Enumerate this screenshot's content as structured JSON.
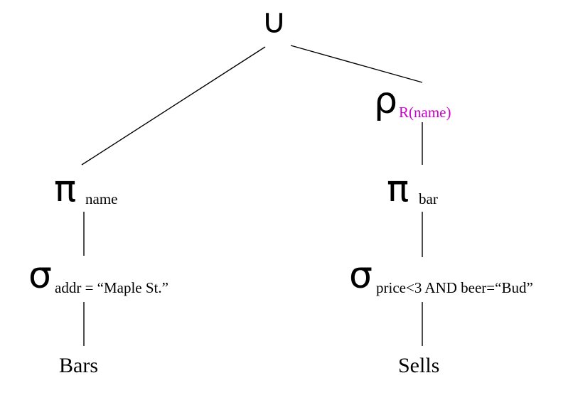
{
  "colors": {
    "text": "#000000",
    "rename_subscript": "#cc00cc",
    "edge": "#000000",
    "background": "#ffffff"
  },
  "tree": {
    "root": {
      "symbol": "∪"
    },
    "left": {
      "project": {
        "symbol": "π",
        "subscript": "name"
      },
      "select": {
        "symbol": "σ",
        "subscript": "addr = “Maple St.”"
      },
      "relation": "Bars"
    },
    "right": {
      "rename": {
        "symbol": "ρ",
        "subscript": "R(name)"
      },
      "project": {
        "symbol": "π",
        "subscript": "bar"
      },
      "select": {
        "symbol": "σ",
        "subscript": "price<3 AND beer=“Bud”"
      },
      "relation": "Sells"
    }
  }
}
